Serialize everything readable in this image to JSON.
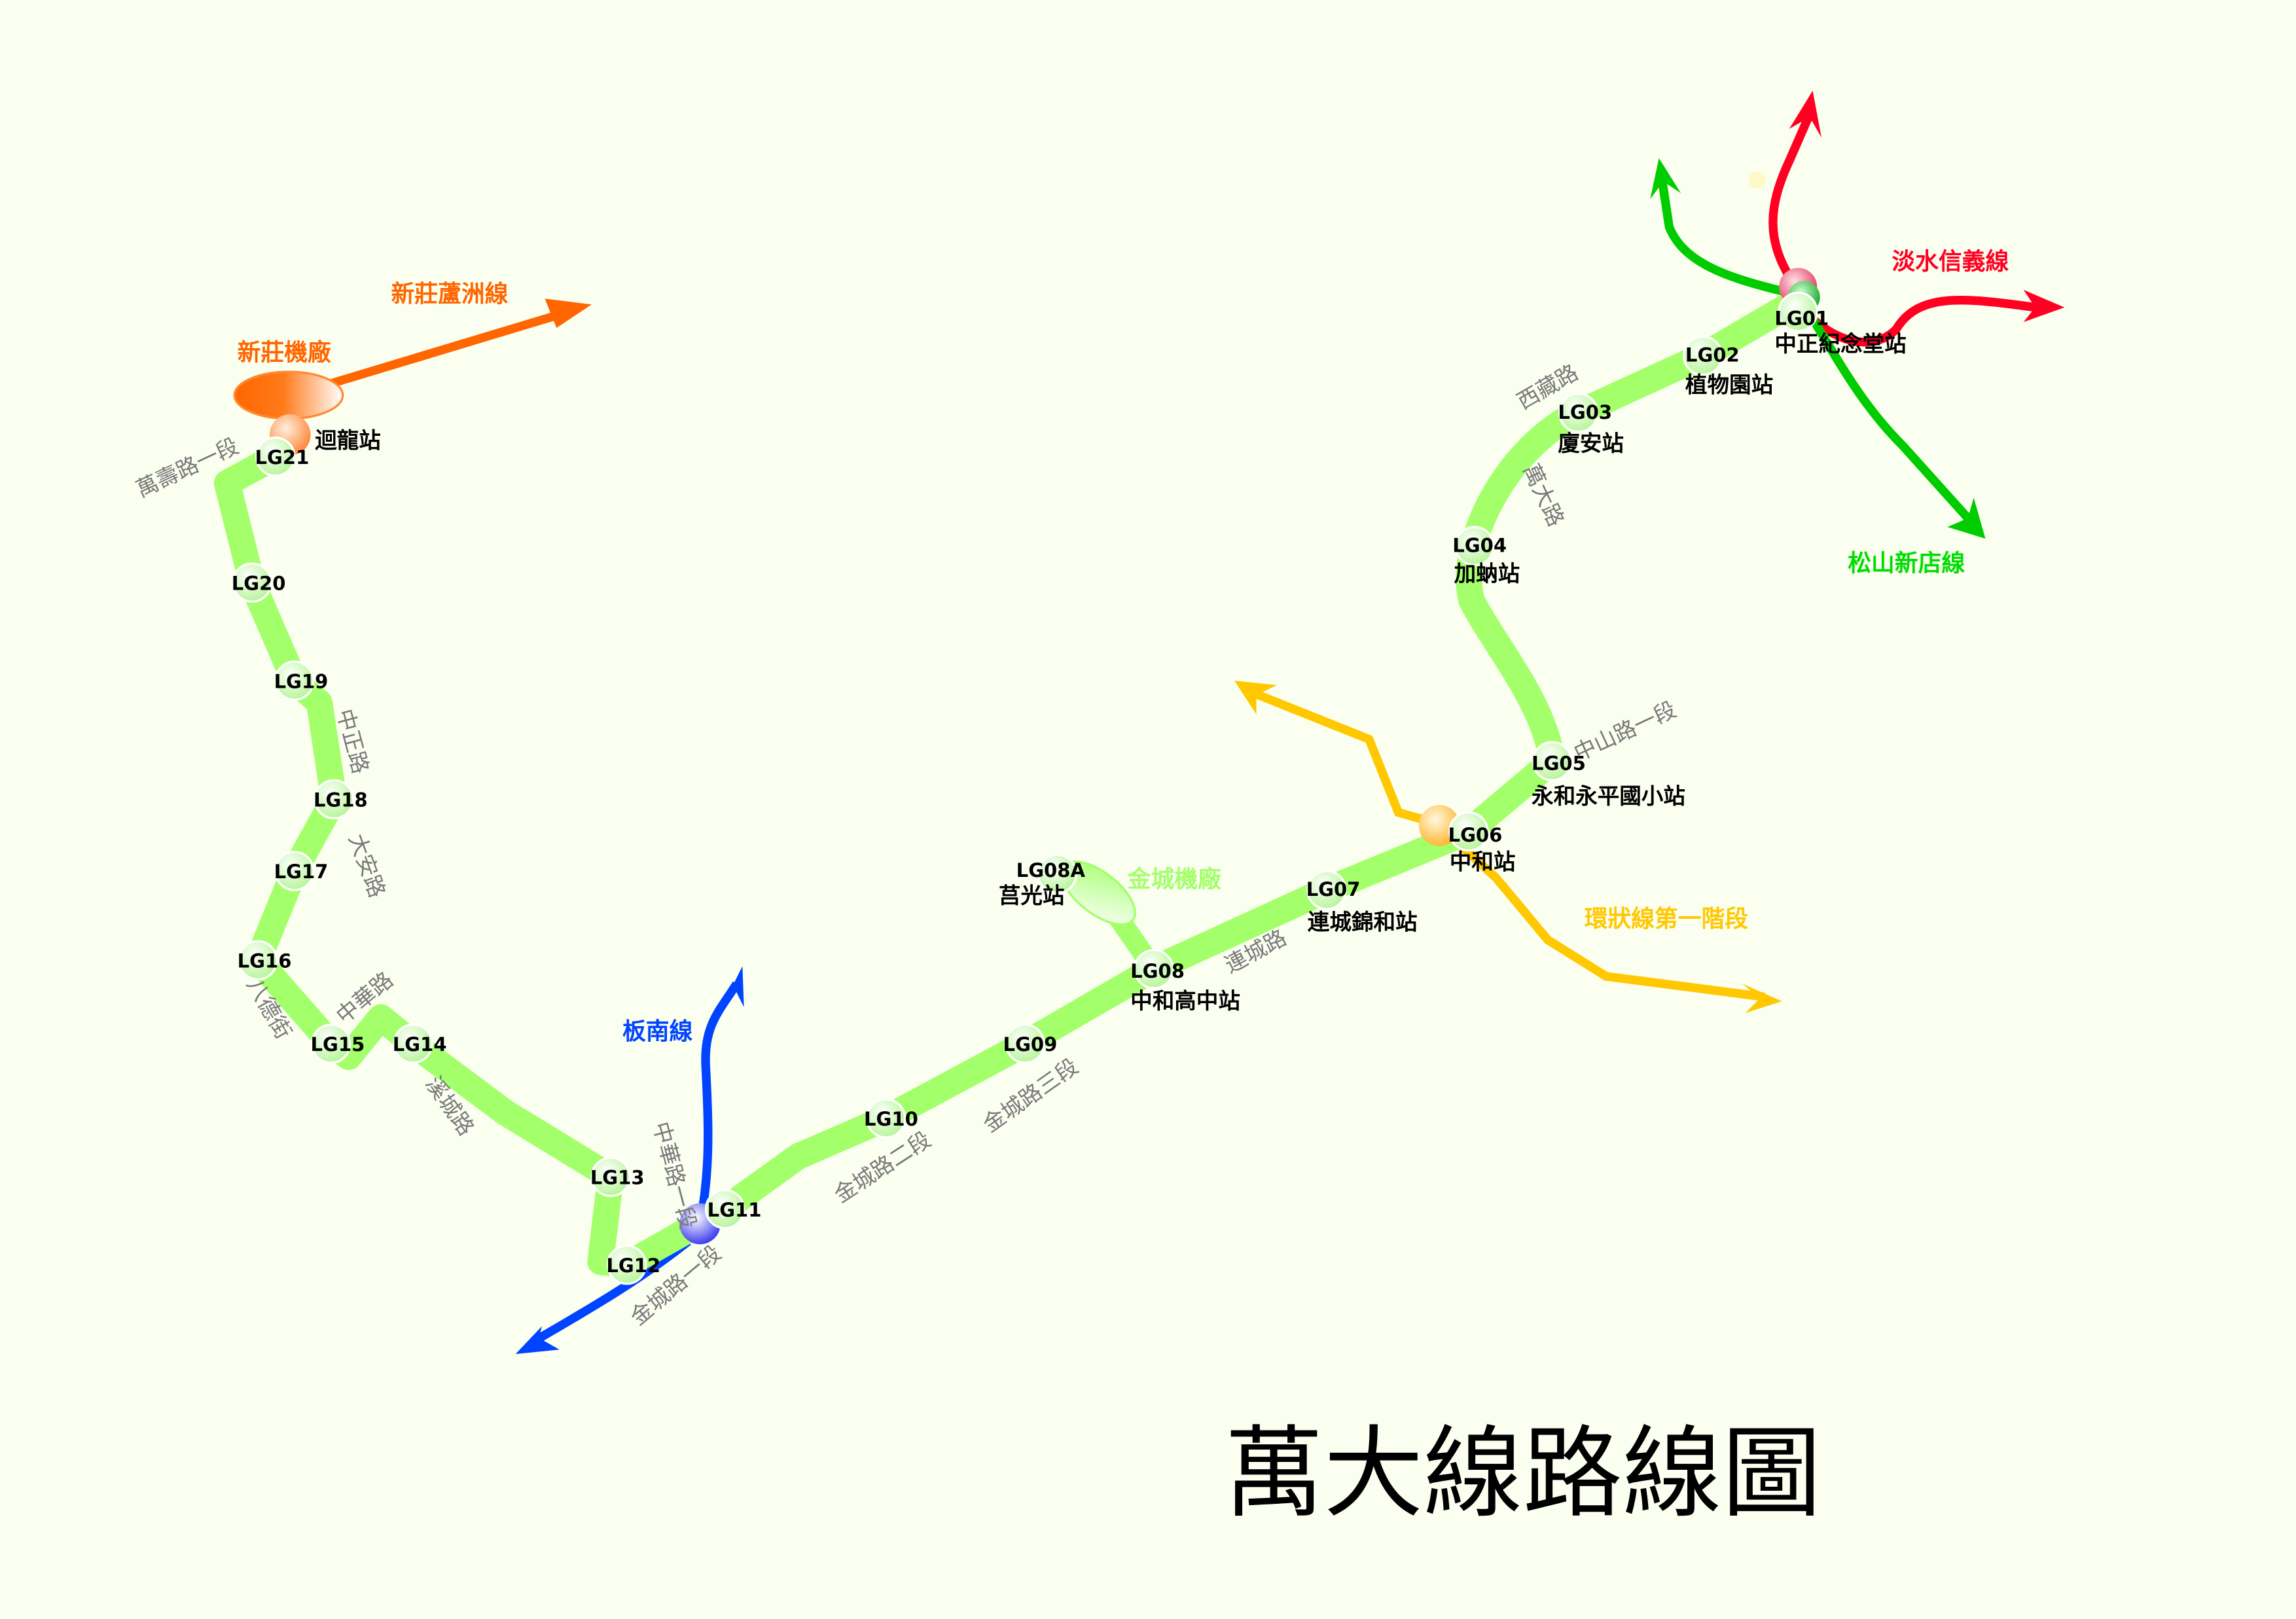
{
  "title": "萬大線路線圖",
  "colors": {
    "background": "#fbfff0",
    "wanda_line": "#a3ff6a",
    "xinzhuang_luzhou": "#ff6600",
    "tamsui_xinyi": "#ff0022",
    "songshan_xindian": "#00cc00",
    "bannan": "#0044ff",
    "circular": "#ffc800",
    "street_text": "#7a7a7a"
  },
  "stations": [
    {
      "id": "LG01",
      "code": "LG01",
      "name": "中正紀念堂站"
    },
    {
      "id": "LG02",
      "code": "LG02",
      "name": "植物園站"
    },
    {
      "id": "LG03",
      "code": "LG03",
      "name": "廈安站"
    },
    {
      "id": "LG04",
      "code": "LG04",
      "name": "加蚋站"
    },
    {
      "id": "LG05",
      "code": "LG05",
      "name": "永和永平國小站"
    },
    {
      "id": "LG06",
      "code": "LG06",
      "name": "中和站"
    },
    {
      "id": "LG07",
      "code": "LG07",
      "name": "連城錦和站"
    },
    {
      "id": "LG08",
      "code": "LG08",
      "name": "中和高中站"
    },
    {
      "id": "LG08A",
      "code": "LG08A",
      "name": "莒光站"
    },
    {
      "id": "LG09",
      "code": "LG09",
      "name": ""
    },
    {
      "id": "LG10",
      "code": "LG10",
      "name": ""
    },
    {
      "id": "LG11",
      "code": "LG11",
      "name": ""
    },
    {
      "id": "LG12",
      "code": "LG12",
      "name": ""
    },
    {
      "id": "LG13",
      "code": "LG13",
      "name": ""
    },
    {
      "id": "LG14",
      "code": "LG14",
      "name": ""
    },
    {
      "id": "LG15",
      "code": "LG15",
      "name": ""
    },
    {
      "id": "LG16",
      "code": "LG16",
      "name": ""
    },
    {
      "id": "LG17",
      "code": "LG17",
      "name": ""
    },
    {
      "id": "LG18",
      "code": "LG18",
      "name": ""
    },
    {
      "id": "LG19",
      "code": "LG19",
      "name": ""
    },
    {
      "id": "LG20",
      "code": "LG20",
      "name": ""
    },
    {
      "id": "LG21",
      "code": "LG21",
      "name": "迴龍站"
    }
  ],
  "streets": [
    {
      "id": "s1",
      "name": "西藏路"
    },
    {
      "id": "s2",
      "name": "萬大路"
    },
    {
      "id": "s3",
      "name": "中山路一段"
    },
    {
      "id": "s4",
      "name": "連城路"
    },
    {
      "id": "s5",
      "name": "金城路三段"
    },
    {
      "id": "s6",
      "name": "金城路二段"
    },
    {
      "id": "s7",
      "name": "金城路一段"
    },
    {
      "id": "s8",
      "name": "中華路一段"
    },
    {
      "id": "s9",
      "name": "溪城路"
    },
    {
      "id": "s10",
      "name": "中華路"
    },
    {
      "id": "s11",
      "name": "八德街"
    },
    {
      "id": "s12",
      "name": "大安路"
    },
    {
      "id": "s13",
      "name": "中正路"
    },
    {
      "id": "s14",
      "name": "萬壽路一段"
    }
  ],
  "connecting_lines": [
    {
      "id": "xinzhuang",
      "name": "新莊蘆洲線"
    },
    {
      "id": "tamsui",
      "name": "淡水信義線"
    },
    {
      "id": "songshan",
      "name": "松山新店線"
    },
    {
      "id": "bannan",
      "name": "板南線"
    },
    {
      "id": "circular",
      "name": "環狀線第一階段"
    }
  ],
  "depots": [
    {
      "id": "xinzhuang_depot",
      "name": "新莊機廠"
    },
    {
      "id": "jincheng_depot",
      "name": "金城機廠"
    }
  ]
}
